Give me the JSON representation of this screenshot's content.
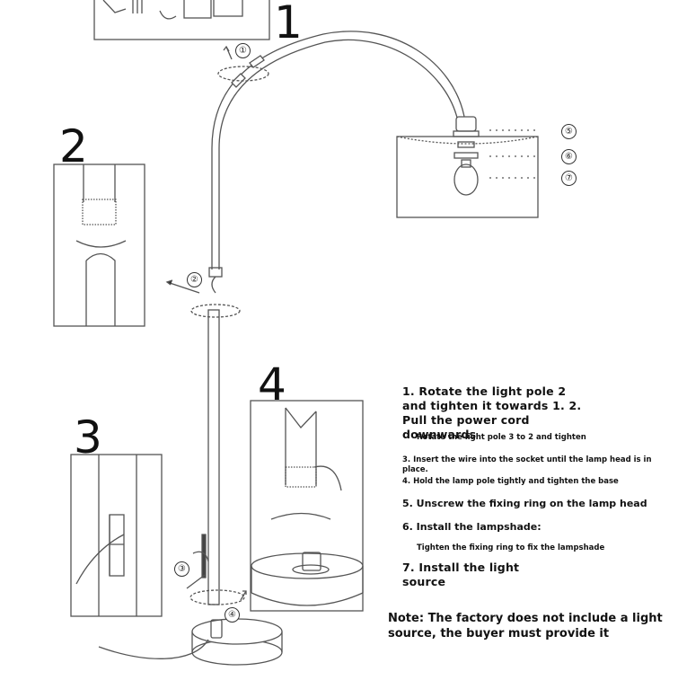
{
  "big_numbers": [
    "1",
    "2",
    "3",
    "4"
  ],
  "markers": [
    "①",
    "②",
    "③",
    "④",
    "⑤",
    "⑥",
    "⑦"
  ],
  "steps": {
    "s1": "1. Rotate the light pole 2 and tighten it towards 1. 2. Pull the power cord downwards",
    "s1b": "Rotate the light pole 3 to 2 and tighten",
    "s3": "3. Insert the wire into the socket until the lamp head is in place.",
    "s4": "4. Hold the lamp pole tightly and tighten the base",
    "s5": "5. Unscrew the fixing ring on the lamp head",
    "s6": "6. Install the lampshade:",
    "s6b": "Tighten the fixing ring to fix the lampshade",
    "s7": "7. Install the light source"
  },
  "note": "Note: The factory does not include a light source, the buyer must provide it"
}
